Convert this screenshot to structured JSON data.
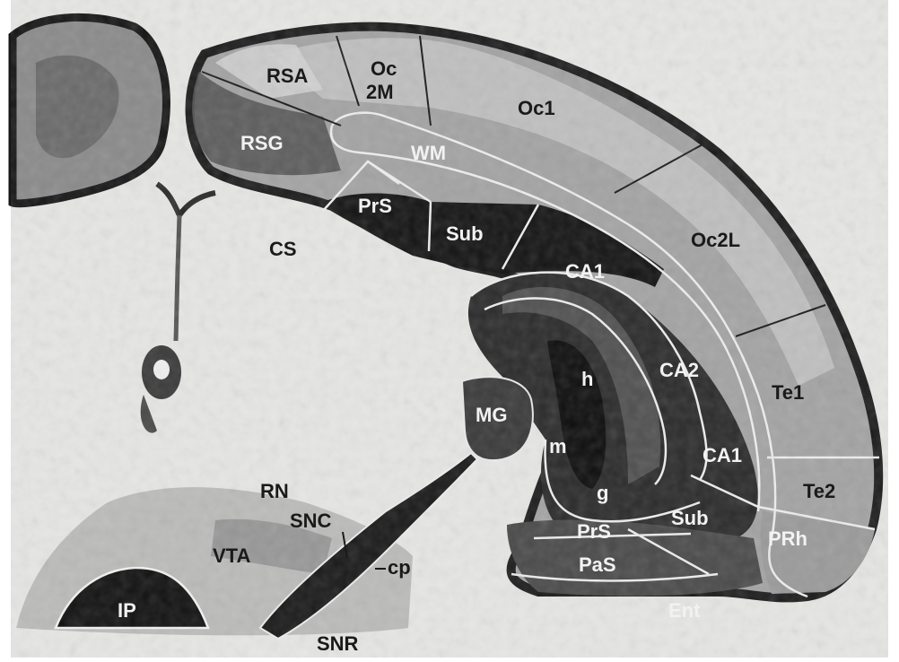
{
  "figure": {
    "colors": {
      "background": "#ffffff",
      "slide": "#e6e6e4",
      "cortex_mid": "#8e8e8e",
      "cortex_dark": "#3c3c3c",
      "black": "#141414",
      "label_light": "#f2f2f2",
      "label_dark": "#1a1a1a"
    },
    "labels": {
      "rsa": "RSA",
      "oc": "Oc",
      "two_m": "2M",
      "oc1": "Oc1",
      "rsg": "RSG",
      "wm": "WM",
      "prs_top": "PrS",
      "sub_top": "Sub",
      "cs": "CS",
      "ca1_top": "CA1",
      "oc2l": "Oc2L",
      "ca2": "CA2",
      "h": "h",
      "te1": "Te1",
      "mg": "MG",
      "m": "m",
      "ca1_bottom": "CA1",
      "te2": "Te2",
      "g": "g",
      "rn": "RN",
      "snc": "SNC",
      "sub_bottom": "Sub",
      "prs_bottom": "PrS",
      "prh": "PRh",
      "vta": "VTA",
      "cp": "cp",
      "pas": "PaS",
      "ip": "IP",
      "ent": "Ent",
      "snr": "SNR"
    }
  }
}
